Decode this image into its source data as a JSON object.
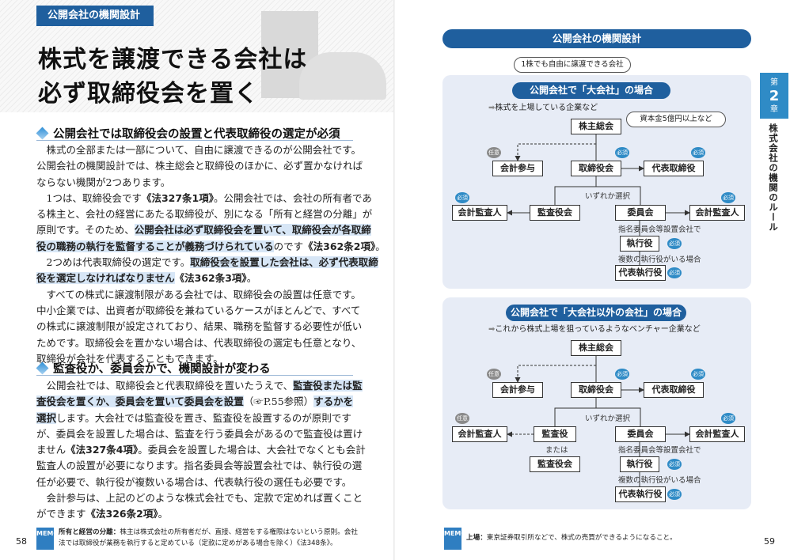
{
  "left": {
    "badge": "公開会社の機関設計",
    "title_line1": "株式を譲渡できる会社は",
    "title_line2": "必ず取締役会を置く",
    "section1": {
      "heading": "公開会社では取締役会の設置と代表取締役の選定が必須",
      "lines": [
        [
          "　株式の全部または一部について、自由に譲渡できるのが公開会社です。"
        ],
        [
          "公開会社の機関設計では、株主総会と取締役のほかに、必ず置かなければ"
        ],
        [
          "ならない機関が2つあります。"
        ],
        [
          "　1つは、取締役会です",
          "《法327条1項》",
          "。公開会社では、会社の所有者であ"
        ],
        [
          "る株主と、会社の経営にあたる取締役が、別になる「所有と経営の分離」が"
        ],
        [
          "原則です。そのため、",
          "公開会社は必ず取締役会を置いて、取締役会が各取締"
        ],
        [
          "役の職務の執行を監督することが義務づけられている",
          "のです",
          "《法362条2項》",
          "。"
        ],
        [
          "　2つめは代表取締役の選定です。",
          "取締役会を設置した会社は、必ず代表取締"
        ],
        [
          "役を選定しなければなりません",
          "《法362条3項》",
          "。"
        ],
        [
          "　すべての株式に譲渡制限がある会社では、取締役会の設置は任意です。"
        ],
        [
          "中小企業では、出資者が取締役を兼ねているケースがほとんどで、すべて"
        ],
        [
          "の株式に譲渡制限が設定されており、結果、職務を監督する必要性が低い"
        ],
        [
          "ためです。取締役会を置かない場合は、代表取締役の選定も任意となり、"
        ],
        [
          "取締役が会社を代表することもできます。"
        ]
      ]
    },
    "section2": {
      "heading": "監査役か、委員会かで、機関設計が変わる",
      "lines": [
        [
          "　公開会社では、取締役会と代表取締役を置いたうえで、",
          "監査役または監"
        ],
        [
          "査役会を置くか、委員会を置いて委員会を設置",
          "（☞P.55参照）",
          "するかを"
        ],
        [
          "選択",
          "します。大会社では監査役を置き、監査役を設置するのが原則です"
        ],
        [
          "が、委員会を設置した場合は、監査を行う委員会があるので監査役は置け"
        ],
        [
          "ません",
          "《法327条4項》",
          "。委員会を設置した場合は、大会社でなくとも会計"
        ],
        [
          "監査人の設置が必要になります。指名委員会等設置会社では、執行役の選"
        ],
        [
          "任が必要で、執行役が複数いる場合は、代表執行役の選任も必要です。"
        ],
        [
          "　会計参与は、上記のどのような株式会社でも、定款で定めれば置くこと"
        ],
        [
          "ができます",
          "《法326条2項》",
          "。"
        ]
      ]
    },
    "memo_label": "MEMO",
    "memo_term": "所有と経営の分離：",
    "memo_line1": "株主は株式会社の所有者だが、直接、経営をする権限はないという原則。会社",
    "memo_line2": "法では取締役が業務を執行すると定めている（定款に定めがある場合を除く）《法348条》。",
    "page_number": "58"
  },
  "right": {
    "chapter_tab_top": "第",
    "chapter_tab_num": "2",
    "chapter_tab_bottom": "章",
    "chapter_title": "株式会社の機関のルール",
    "diagram_title": "公開会社の機関設計",
    "top_bubble": "1株でも自由に譲渡できる会社",
    "panel1": {
      "title": "公開会社で「大会社」の場合",
      "sub": "株式を上場している企業など",
      "bubble": "資本金5億円以上など",
      "shareholders": "株主総会",
      "accounting_advisor": "会計参与",
      "board": "取締役会",
      "rep_director": "代表取締役",
      "choice": "いずれか選択",
      "auditor_left": "会計監査人",
      "audit_board": "監査役会",
      "committee": "委員会",
      "auditor_right": "会計監査人",
      "committee_note": "指名委員会等設置会社で",
      "exec_officer": "執行役",
      "multi_note": "複数の執行役がいる場合",
      "rep_exec": "代表執行役",
      "tag_optional": "任意",
      "tag_required": "必須"
    },
    "panel2": {
      "title": "公開会社で「大会社以外の会社」の場合",
      "sub": "これから株式上場を狙っているようなベンチャー企業など",
      "shareholders": "株主総会",
      "accounting_advisor": "会計参与",
      "board": "取締役会",
      "rep_director": "代表取締役",
      "choice": "いずれか選択",
      "auditor_left": "会計監査人",
      "auditor": "監査役",
      "or": "または",
      "audit_board": "監査役会",
      "committee": "委員会",
      "auditor_right": "会計監査人",
      "committee_note": "指名委員会等設置会社で",
      "exec_officer": "執行役",
      "multi_note": "複数の執行役がいる場合",
      "rep_exec": "代表執行役",
      "tag_optional": "任意",
      "tag_required": "必須"
    },
    "memo_label": "MEMO",
    "memo_term": "上場：",
    "memo_text": "東京証券取引所などで、株式の売買ができるようになること。",
    "page_number": "59"
  }
}
